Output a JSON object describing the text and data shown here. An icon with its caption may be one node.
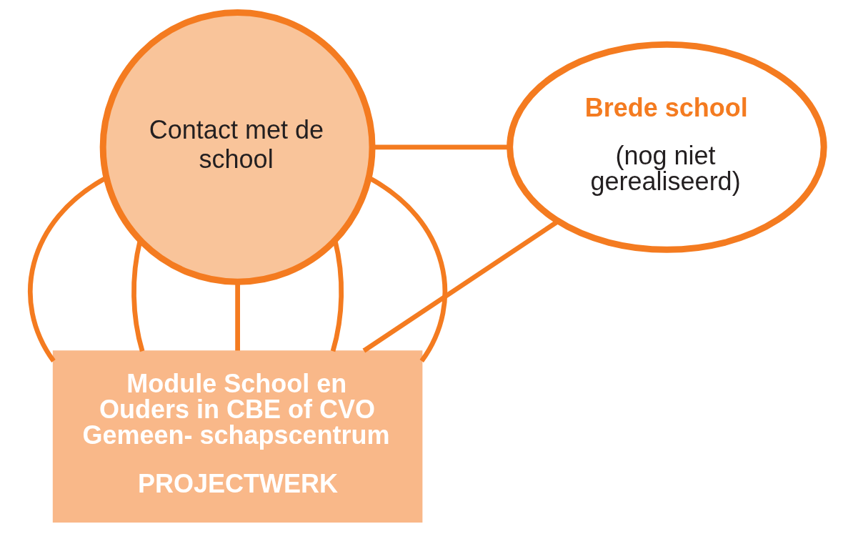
{
  "diagram": {
    "nodes": [
      {
        "text": [
          "Contact met de school"
        ]
      },
      {
        "text": [
          "Module School en Ouders in CBE of CVO Gemeen- schapscentrum",
          "PROJECTWERK"
        ]
      },
      {
        "text": [
          "Brede school",
          "(nog niet gerealiseerd)"
        ]
      }
    ],
    "edges": [
      {
        "from": 0,
        "to": 1,
        "arrow": "none"
      },
      {
        "from": 0,
        "to": 1,
        "arrow": "none"
      },
      {
        "from": 0,
        "to": 1,
        "arrow": "none"
      },
      {
        "from": 0,
        "to": 1,
        "arrow": "none"
      },
      {
        "from": 0,
        "to": 1,
        "arrow": "none"
      },
      {
        "from": 0,
        "to": 2,
        "arrow": "none"
      },
      {
        "from": 1,
        "to": 2,
        "arrow": "none"
      }
    ]
  }
}
